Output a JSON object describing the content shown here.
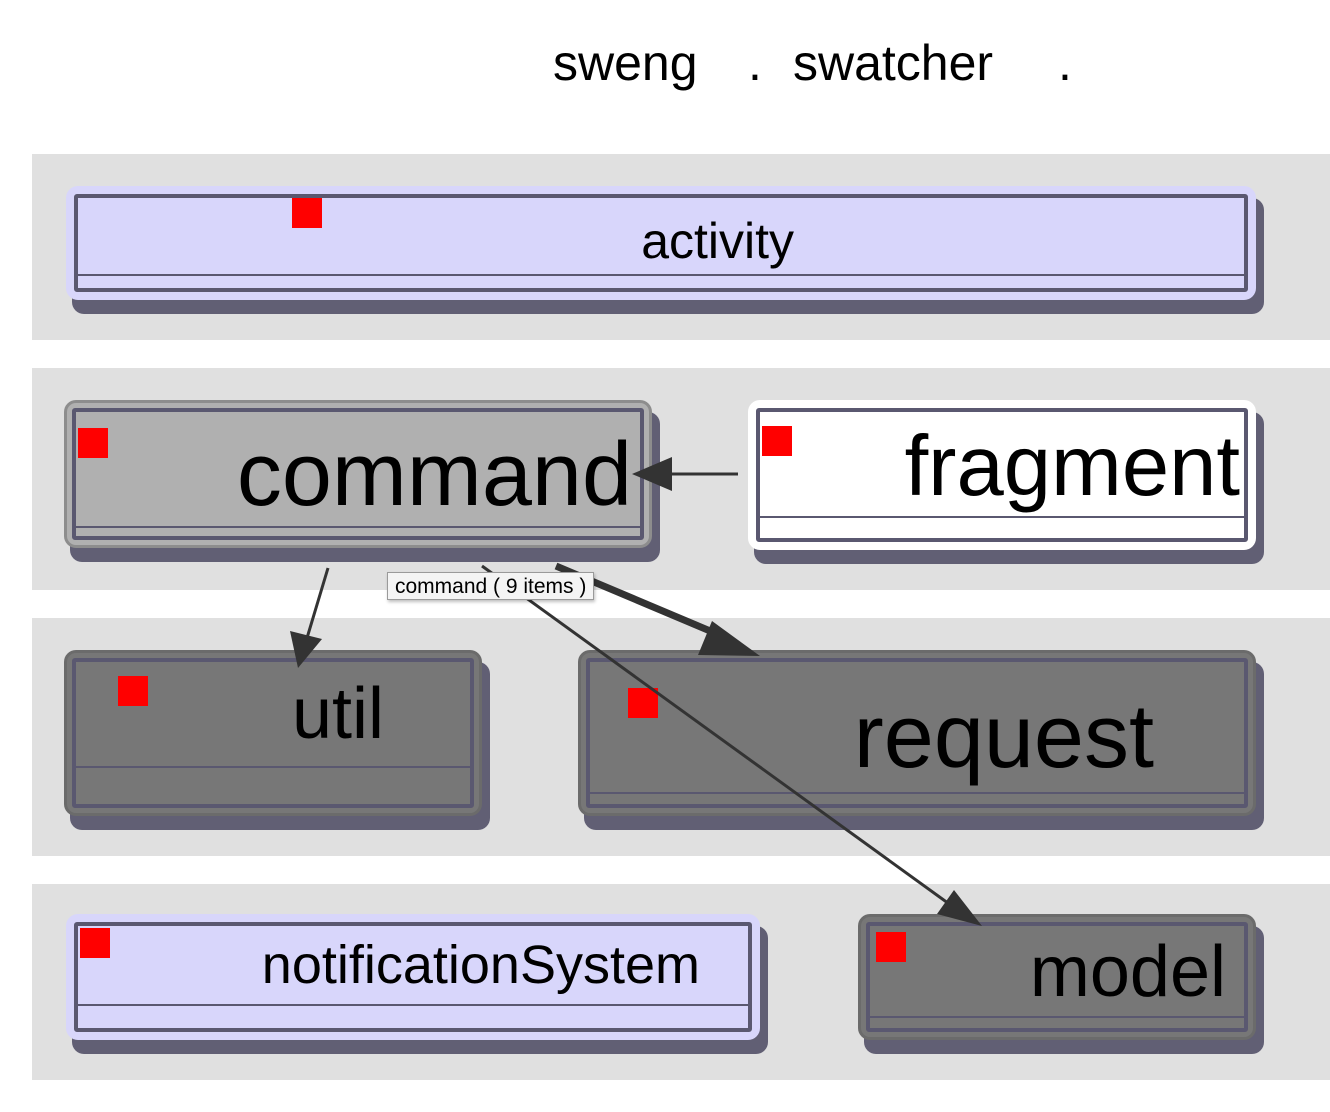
{
  "title": {
    "segments": [
      "sweng",
      ".",
      "swatcher",
      "."
    ]
  },
  "packages": {
    "activity": {
      "label": "activity",
      "color": "#d8d6fb",
      "marker_color": "#ff0000"
    },
    "command": {
      "label": "command",
      "color": "#b0b0b0",
      "marker_color": "#ff0000"
    },
    "fragment": {
      "label": "fragment",
      "color": "#ffffff",
      "marker_color": "#ff0000"
    },
    "util": {
      "label": "util",
      "color": "#777777",
      "marker_color": "#ff0000"
    },
    "request": {
      "label": "request",
      "color": "#777777",
      "marker_color": "#ff0000"
    },
    "notificationSystem": {
      "label": "notificationSystem",
      "color": "#d8d6fb",
      "marker_color": "#ff0000"
    },
    "model": {
      "label": "model",
      "color": "#777777",
      "marker_color": "#ff0000"
    }
  },
  "dependencies": [
    {
      "from": "fragment",
      "to": "command"
    },
    {
      "from": "command",
      "to": "util"
    },
    {
      "from": "command",
      "to": "request"
    },
    {
      "from": "command",
      "to": "model"
    }
  ],
  "tooltip": {
    "text": "command  ( 9 items )"
  }
}
